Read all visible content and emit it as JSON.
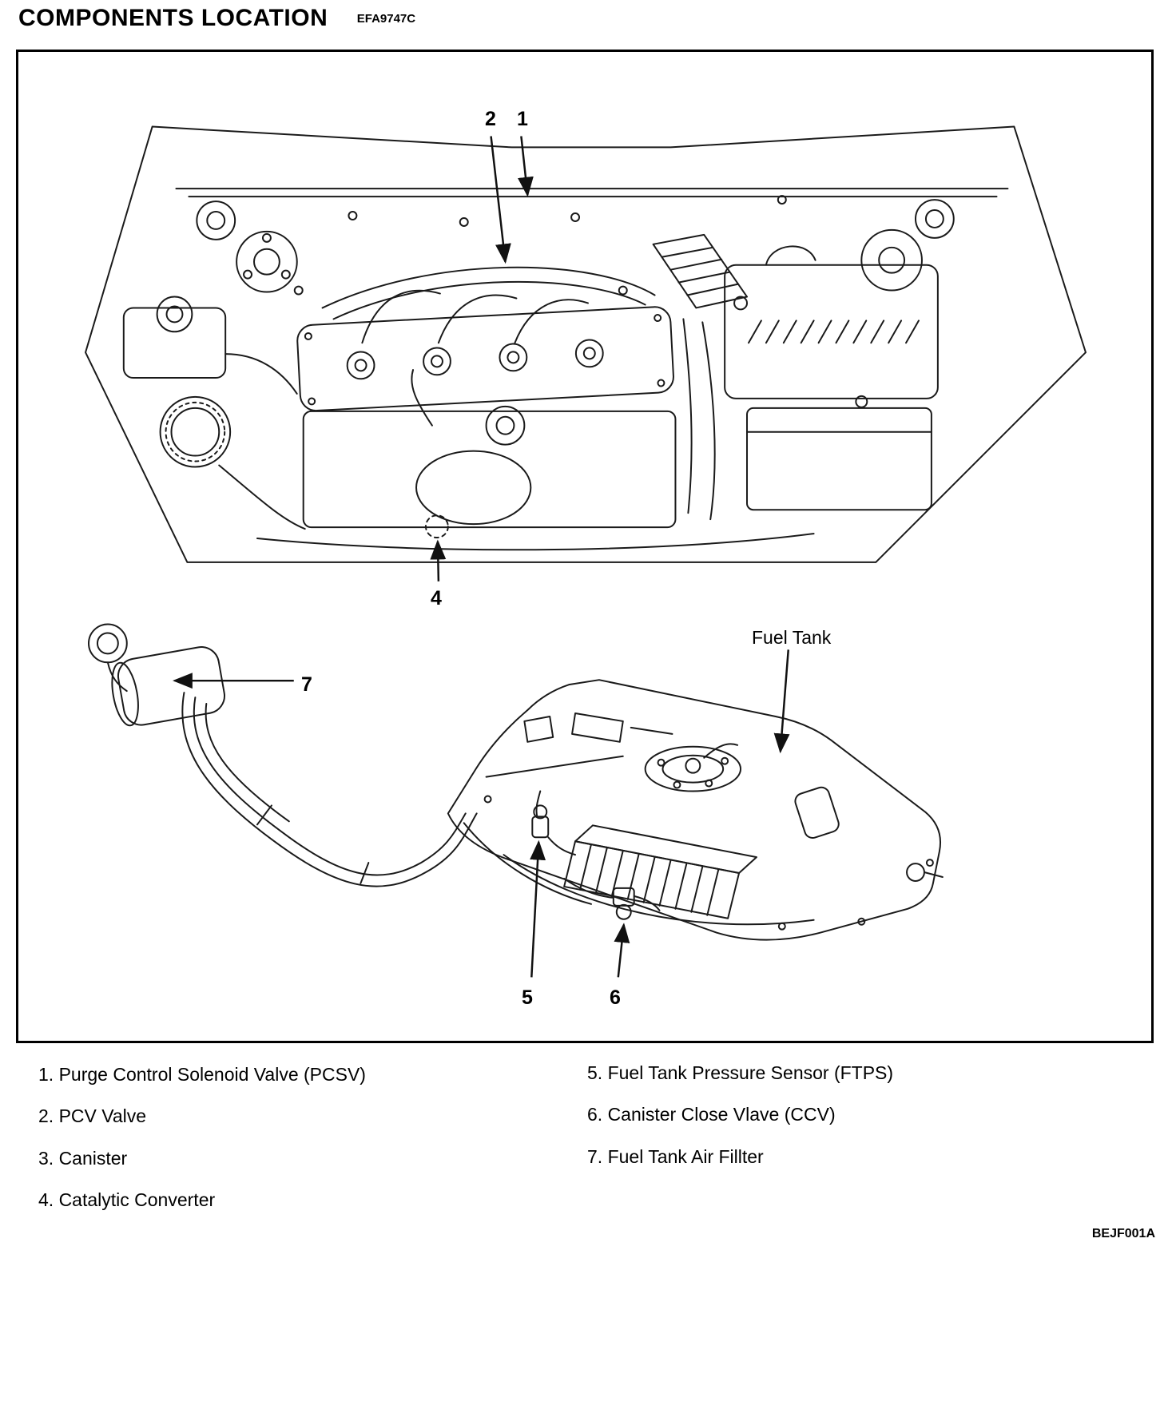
{
  "page": {
    "title": "COMPONENTS LOCATION",
    "ref_code": "EFA9747C",
    "drawing_code": "BEJF001A"
  },
  "diagram": {
    "fuel_tank_label": "Fuel Tank",
    "callouts": {
      "c1": "1",
      "c2": "2",
      "c4": "4",
      "c5": "5",
      "c6": "6",
      "c7": "7"
    }
  },
  "legend": {
    "left": [
      "1. Purge Control Solenoid Valve (PCSV)",
      "2. PCV Valve",
      "3. Canister",
      "4. Catalytic Converter"
    ],
    "right": [
      "5. Fuel Tank Pressure Sensor (FTPS)",
      "6. Canister Close Vlave (CCV)",
      "7. Fuel Tank Air Fillter"
    ]
  }
}
